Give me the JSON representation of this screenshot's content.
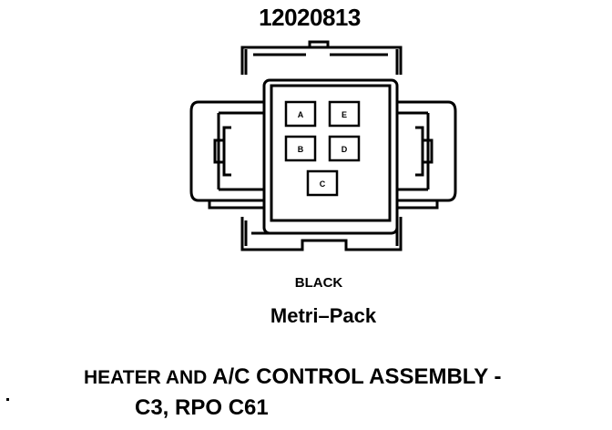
{
  "part_number": "12020813",
  "connector": {
    "color": "BLACK",
    "type": "Metri–Pack",
    "pins": {
      "A": "A",
      "E": "E",
      "B": "B",
      "D": "D",
      "C": "C"
    }
  },
  "caption": {
    "line1_lead": "HEATER AND",
    "line1_rest": "A/C CONTROL ASSEMBLY -",
    "line2": "C3, RPO C61"
  }
}
